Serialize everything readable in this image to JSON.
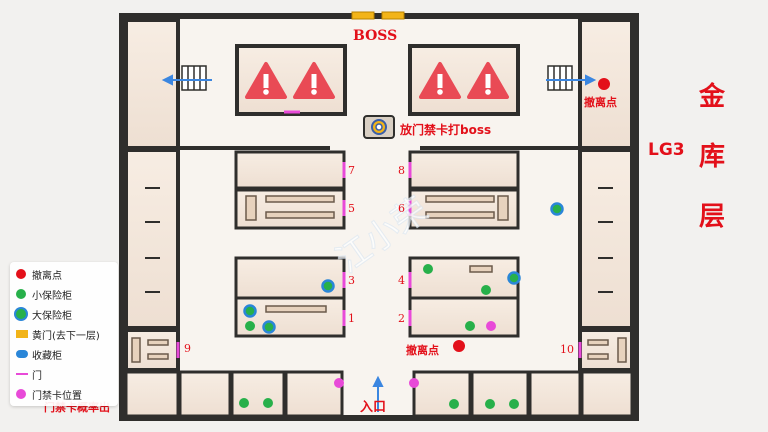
{
  "colors": {
    "wall": "#2f2e2c",
    "floor": "#f5e9de",
    "corridor": "#f8f4ef",
    "red": "#e3101a",
    "green": "#27b04a",
    "blue": "#2a86d8",
    "yellow": "#f2b419",
    "magenta": "#e84ad8",
    "arrow": "#3b86e0"
  },
  "map": {
    "boss_label": "BOSS",
    "boss_note": "放门禁卡打boss",
    "extract_label_right": "撤离点",
    "extract_label_center": "撤离点",
    "entrance_label": "入口",
    "keycard_note": "门禁卡概率出",
    "floor_code": "LG3",
    "floor_name_chars": [
      "金",
      "库",
      "层"
    ],
    "door_numbers": [
      "1",
      "2",
      "3",
      "4",
      "5",
      "6",
      "7",
      "8",
      "9",
      "10"
    ],
    "watermark": "江小荣",
    "hazard_icon": "warning-triangle-icon",
    "center_icon": "vault-door-icon",
    "stair_icon": "staircase-icon",
    "arrow_icon": "direction-arrow-icon"
  },
  "legend": {
    "items": [
      {
        "label": "撤离点",
        "icon": "red-dot-icon"
      },
      {
        "label": "小保险柜",
        "icon": "green-dot-icon"
      },
      {
        "label": "大保险柜",
        "icon": "big-safe-icon"
      },
      {
        "label": "黄门(去下一层)",
        "icon": "yellow-door-icon"
      },
      {
        "label": "收藏柜",
        "icon": "blue-cabinet-icon"
      },
      {
        "label": "门",
        "icon": "magenta-line-icon"
      },
      {
        "label": "门禁卡位置",
        "icon": "magenta-dot-icon"
      }
    ]
  }
}
